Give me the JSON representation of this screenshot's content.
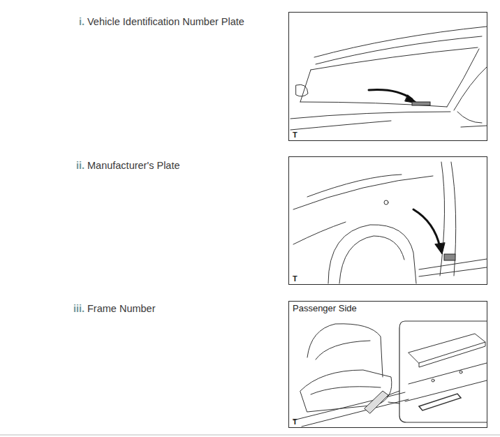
{
  "diagram": {
    "nodes": [
      {
        "text": [
          "T"
        ]
      },
      {
        "text": [
          "T"
        ]
      },
      {
        "text": [
          "Passenger Side",
          "T"
        ]
      }
    ],
    "labels": [
      "i.",
      "Vehicle Identification Number Plate",
      "ii.",
      "Manufacturer's Plate",
      "iii.",
      "Frame Number"
    ]
  }
}
